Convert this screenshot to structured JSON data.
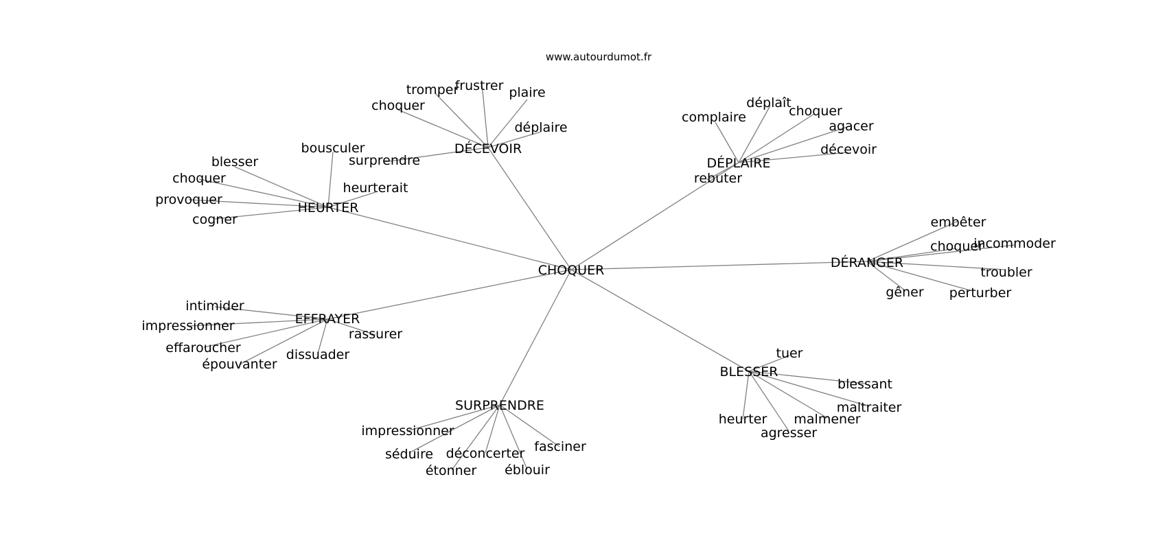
{
  "source": "www.autourdumot.fr",
  "root": "CHOQUER",
  "groups": [
    {
      "hub": "HEURTER",
      "leaves": [
        "bousculer",
        "blesser",
        "choquer",
        "provoquer",
        "cogner",
        "heurterait"
      ]
    },
    {
      "hub": "DÉCEVOIR",
      "leaves": [
        "choquer",
        "tromper",
        "frustrer",
        "plaire",
        "déplaire",
        "surprendre"
      ]
    },
    {
      "hub": "DÉPLAIRE",
      "leaves": [
        "complaire",
        "déplaît",
        "choquer",
        "agacer",
        "décevoir",
        "rebuter"
      ]
    },
    {
      "hub": "DÉRANGER",
      "leaves": [
        "embêter",
        "choquer",
        "incommoder",
        "troubler",
        "perturber",
        "gêner"
      ]
    },
    {
      "hub": "BLESSER",
      "leaves": [
        "tuer",
        "blessant",
        "maltraiter",
        "malmener",
        "agresser",
        "heurter"
      ]
    },
    {
      "hub": "SURPRENDRE",
      "leaves": [
        "impressionner",
        "séduire",
        "déconcerter",
        "étonner",
        "éblouir",
        "fasciner"
      ]
    },
    {
      "hub": "EFFRAYER",
      "leaves": [
        "intimider",
        "impressionner",
        "effaroucher",
        "épouvanter",
        "dissuader",
        "rassurer"
      ]
    }
  ]
}
